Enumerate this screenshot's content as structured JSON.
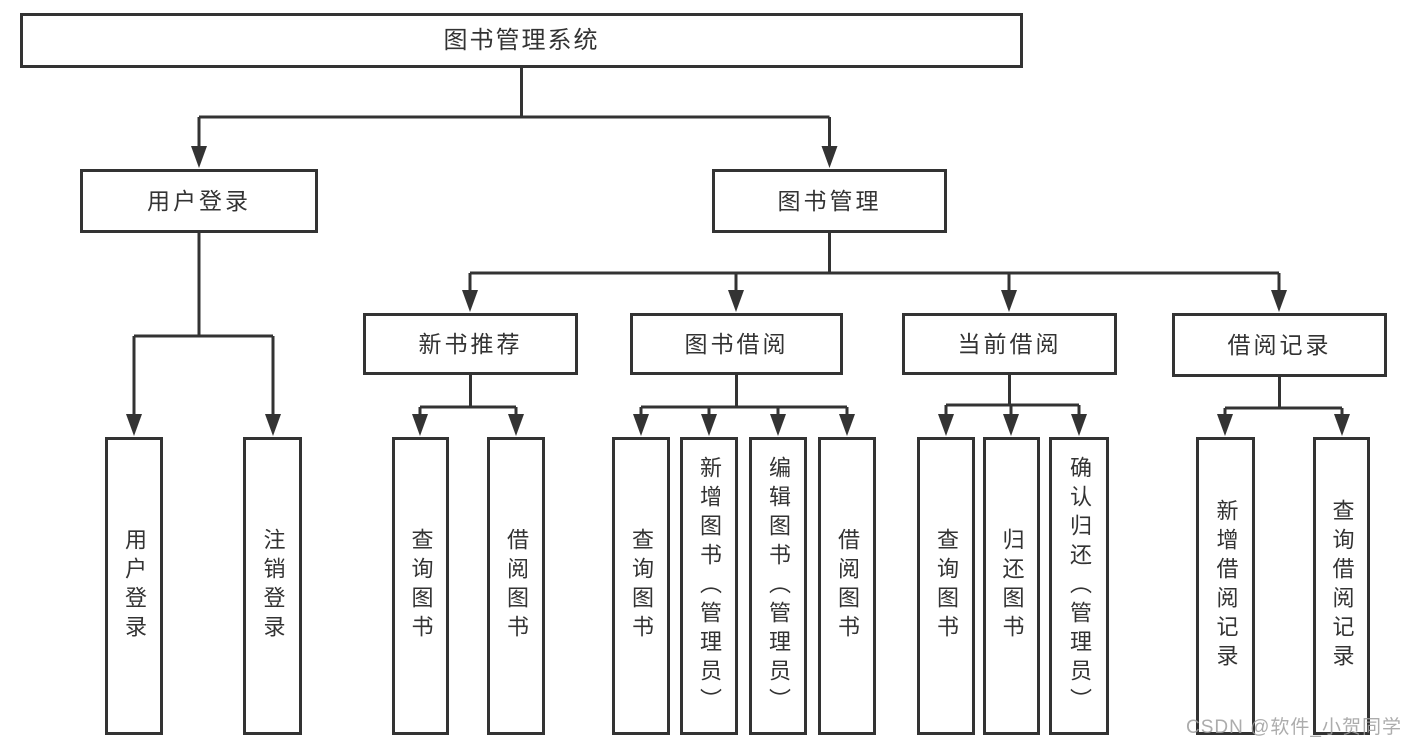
{
  "tree": {
    "root": {
      "label": "图书管理系统"
    },
    "children": [
      {
        "label": "用户登录",
        "children": [
          {
            "label": "用户登录"
          },
          {
            "label": "注销登录"
          }
        ]
      },
      {
        "label": "图书管理",
        "children": [
          {
            "label": "新书推荐",
            "children": [
              {
                "label": "查询图书"
              },
              {
                "label": "借阅图书"
              }
            ]
          },
          {
            "label": "图书借阅",
            "children": [
              {
                "label": "查询图书"
              },
              {
                "label": "新增图书（管理员）"
              },
              {
                "label": "编辑图书（管理员）"
              },
              {
                "label": "借阅图书"
              }
            ]
          },
          {
            "label": "当前借阅",
            "children": [
              {
                "label": "查询图书"
              },
              {
                "label": "归还图书"
              },
              {
                "label": "确认归还（管理员）"
              }
            ]
          },
          {
            "label": "借阅记录",
            "children": [
              {
                "label": "新增借阅记录"
              },
              {
                "label": "查询借阅记录"
              }
            ]
          }
        ]
      }
    ]
  },
  "watermark": {
    "text": "CSDN @软件_小贺同学"
  },
  "colors": {
    "line": "#333333",
    "border": "#333333",
    "text": "#333333",
    "box_background": "#ffffff",
    "watermark": "#9e9e9e"
  }
}
